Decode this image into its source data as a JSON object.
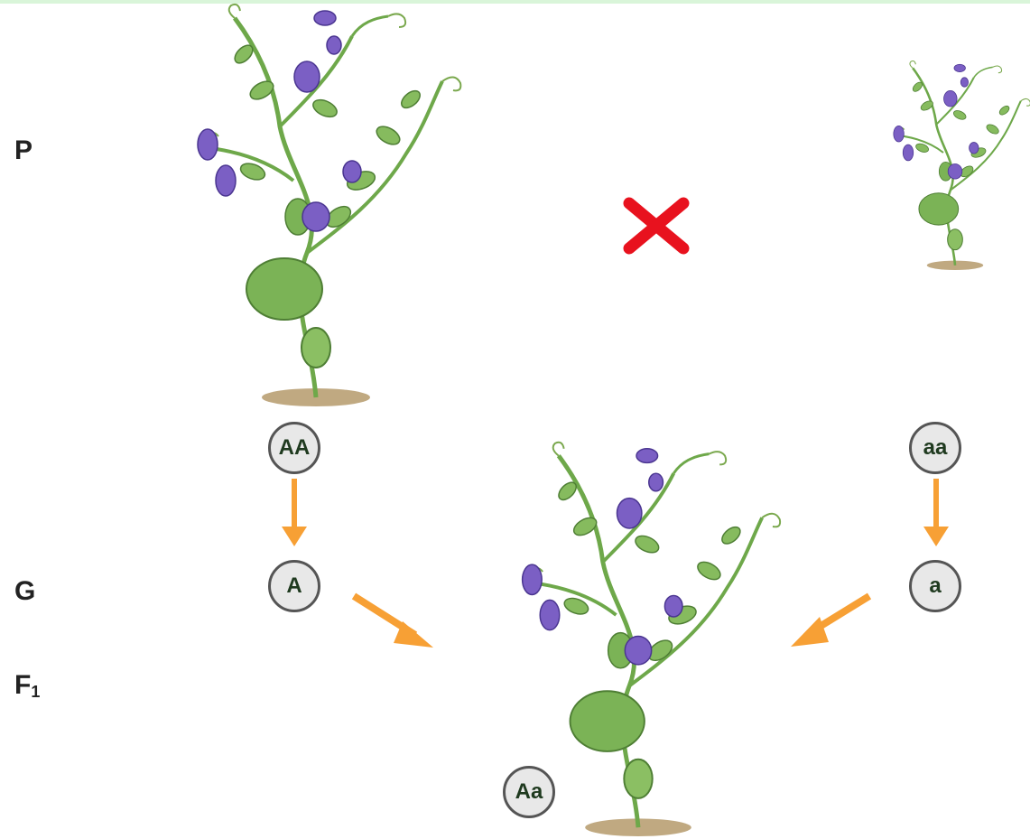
{
  "labels": {
    "parental": "P",
    "gametes": "G",
    "f1_letter": "F",
    "f1_sub": "1"
  },
  "genotypes": {
    "parent_dominant": "AA",
    "parent_recessive": "aa",
    "gamete_dominant": "A",
    "gamete_recessive": "a",
    "offspring": "Aa"
  },
  "colors": {
    "arrow": "#f7a035",
    "cross": "#e8121e",
    "flower": "#7b5fc4",
    "leaf": "#6ea84a",
    "soil": "#b59a6b",
    "circle_fill": "#e8e8e8",
    "circle_border": "#555555"
  },
  "icons": {
    "cross": "cross-icon",
    "plant": "pea-plant-icon",
    "arrow": "arrow-icon"
  }
}
